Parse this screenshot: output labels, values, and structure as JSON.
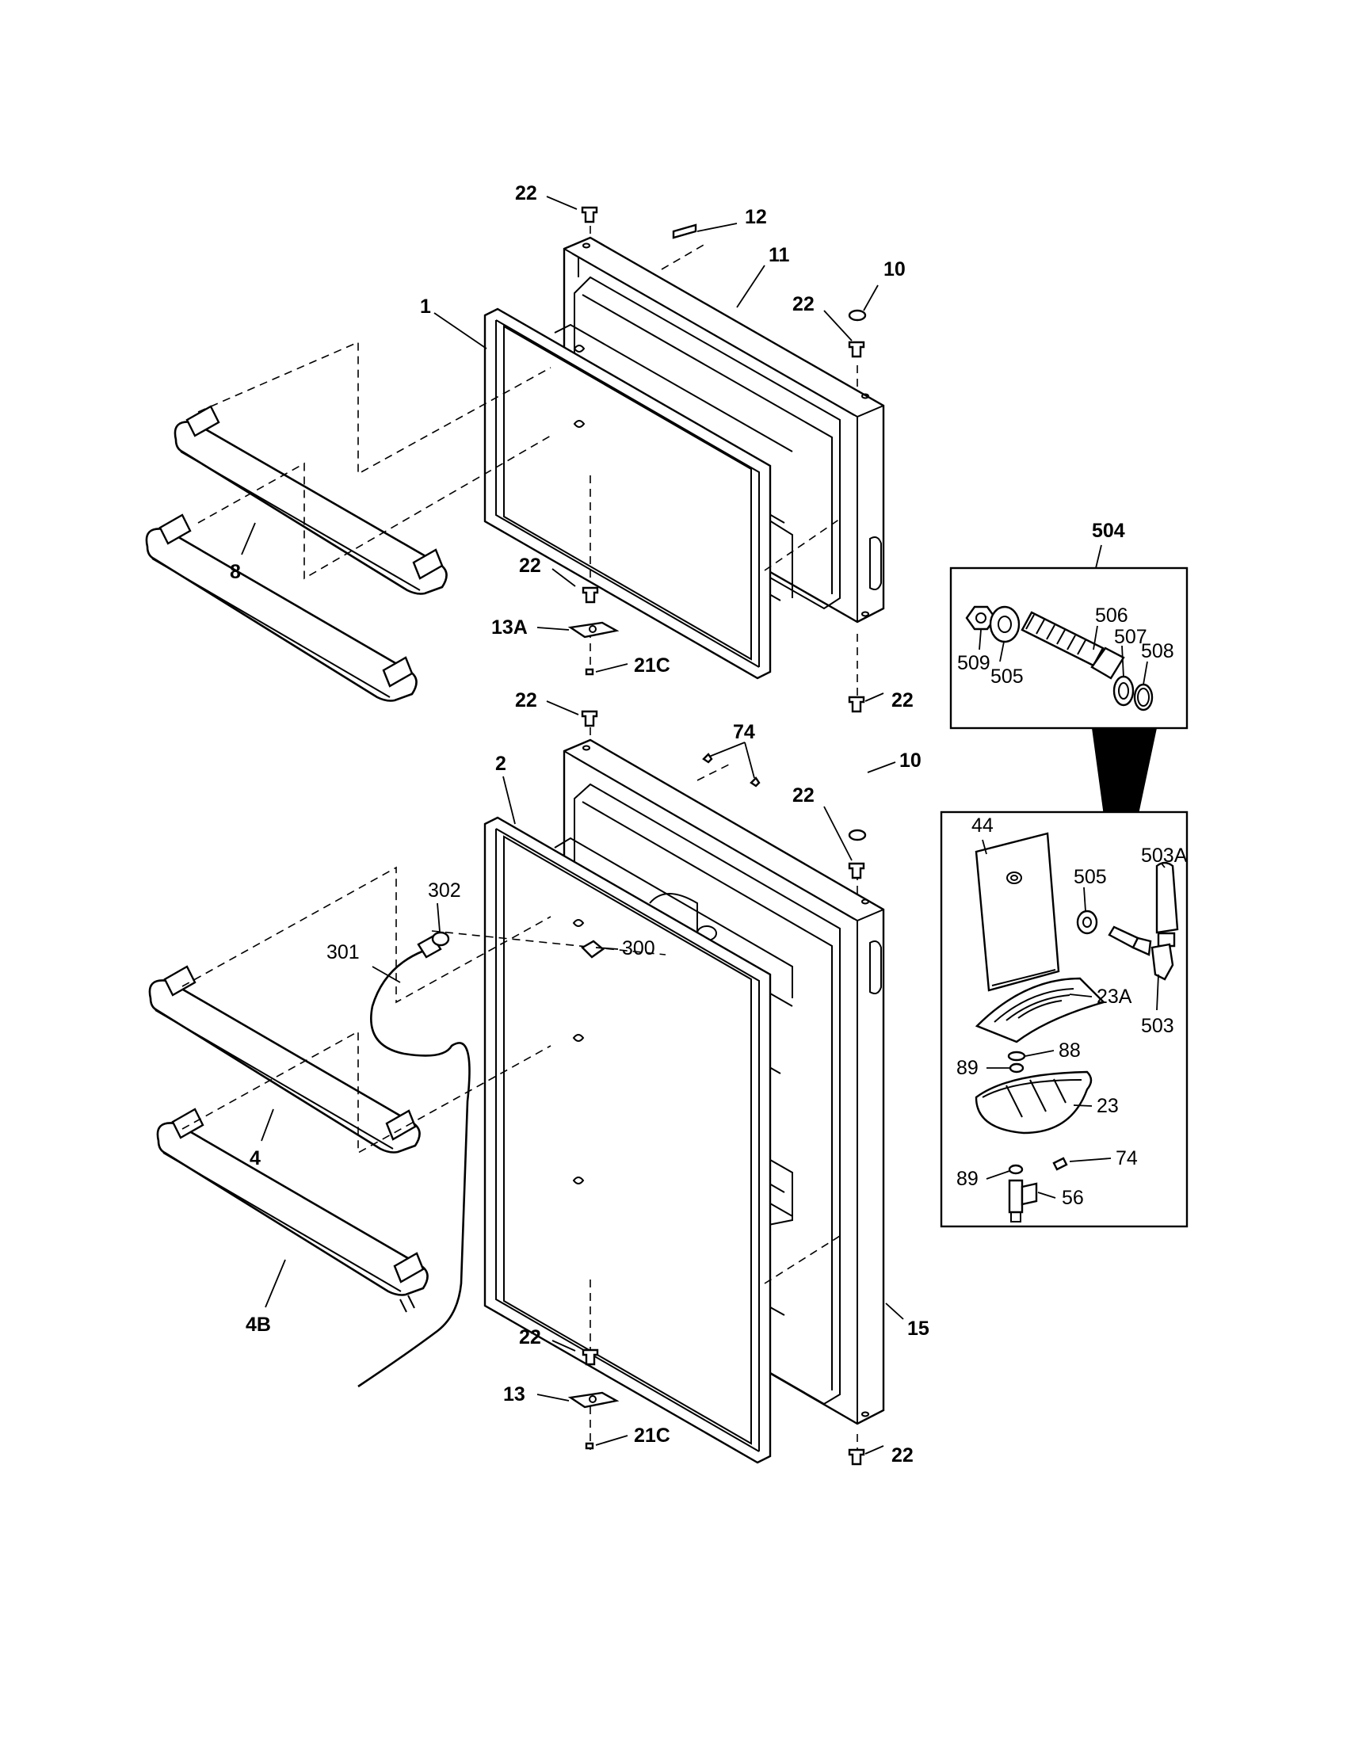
{
  "labels": {
    "upper": {
      "l22a": "22",
      "l12": "12",
      "l11": "11",
      "l10": "10",
      "l22b": "22",
      "l1": "1",
      "l8": "8",
      "l22c": "22",
      "l13a": "13A",
      "l21c": "21C",
      "l22d": "22"
    },
    "lower": {
      "l22a": "22",
      "l74": "74",
      "l10": "10",
      "l22b": "22",
      "l2": "2",
      "l302": "302",
      "l301": "301",
      "l300": "300",
      "l4": "4",
      "l4b": "4B",
      "l22c": "22",
      "l13": "13",
      "l21c": "21C",
      "l15": "15",
      "l22d": "22"
    },
    "inset_top": {
      "l504": "504",
      "l509": "509",
      "l505": "505",
      "l506": "506",
      "l507": "507",
      "l508": "508"
    },
    "inset_bottom": {
      "l44": "44",
      "l505": "505",
      "l503a": "503A",
      "l23a": "23A",
      "l503": "503",
      "l88": "88",
      "l89a": "89",
      "l23": "23",
      "l74": "74",
      "l89b": "89",
      "l56": "56"
    }
  }
}
